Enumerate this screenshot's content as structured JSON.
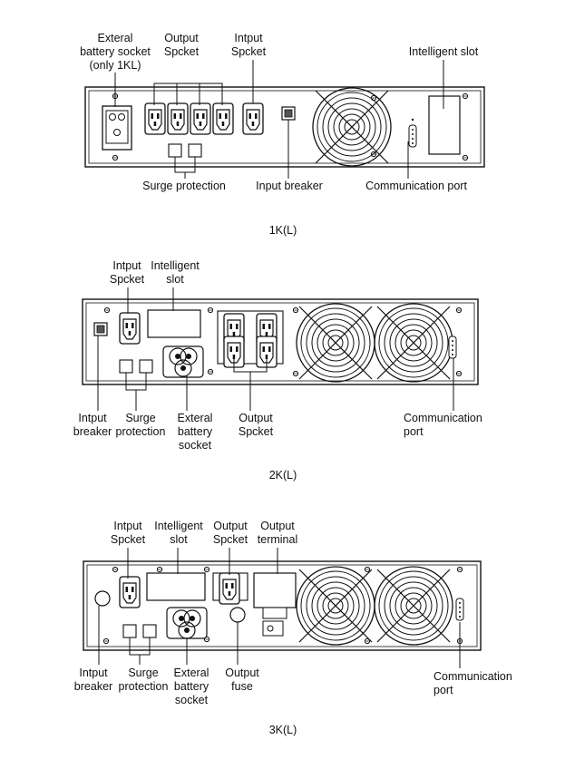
{
  "panels": [
    {
      "caption": "1K(L)",
      "labels": {
        "ext_battery": "Exteral\nbattery socket\n(only 1KL)",
        "output_socket": "Output\nSpcket",
        "input_socket": "Intput\nSpcket",
        "intelligent_slot": "Intelligent slot",
        "surge": "Surge protection",
        "input_breaker": "Input breaker",
        "comm_port": "Communication port"
      }
    },
    {
      "caption": "2K(L)",
      "labels": {
        "input_socket": "Intput\nSpcket",
        "intelligent_slot": "Intelligent\nslot",
        "input_breaker": "Intput\nbreaker",
        "surge": "Surge\nprotection",
        "ext_battery": "Exteral\nbattery\nsocket",
        "output_socket": "Output\nSpcket",
        "comm_port": "Communication\nport"
      }
    },
    {
      "caption": "3K(L)",
      "labels": {
        "input_socket": "Intput\nSpcket",
        "intelligent_slot": "Intelligent\nslot",
        "output_socket": "Output\nSpcket",
        "output_terminal": "Output\nterminal",
        "input_breaker": "Intput\nbreaker",
        "surge": "Surge\nprotection",
        "ext_battery": "Exteral\nbattery\nsocket",
        "output_fuse": "Output\nfuse",
        "comm_port": "Communication\nport"
      }
    }
  ]
}
